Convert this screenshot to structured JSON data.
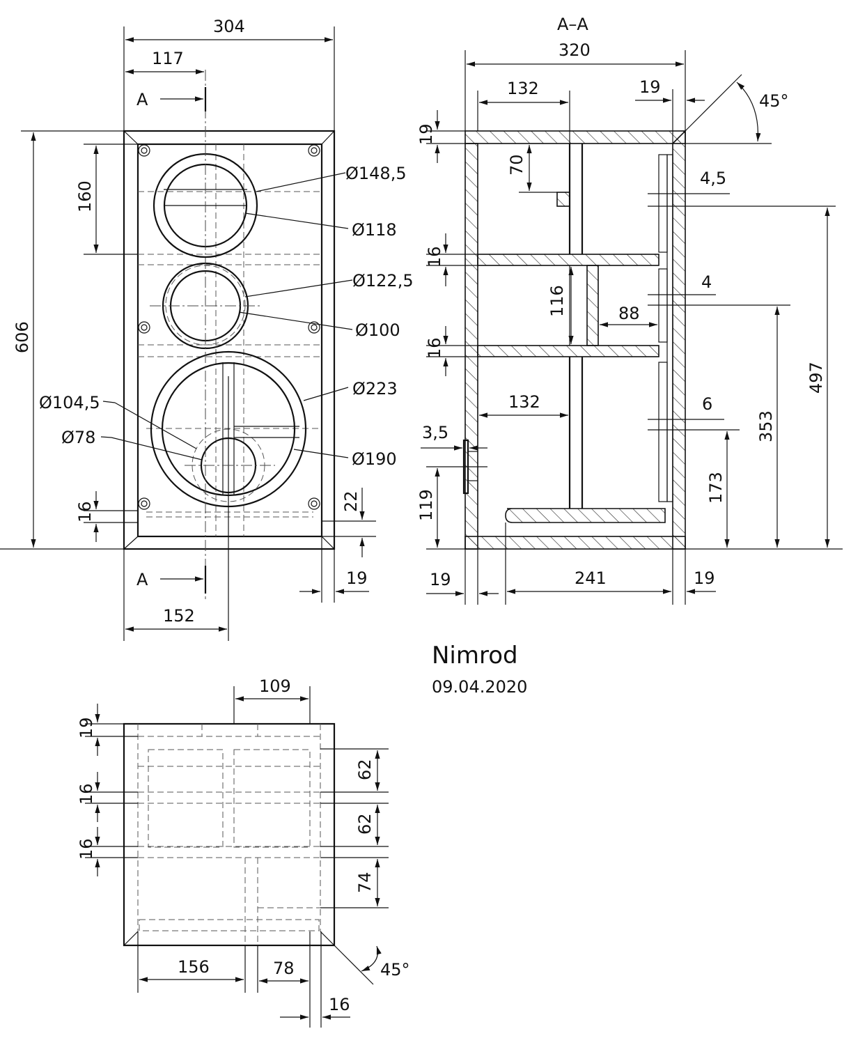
{
  "title": "Nimrod",
  "date": "09.04.2020",
  "front_view": {
    "width": "304",
    "center_offset": "117",
    "section_label": "A",
    "height": "606",
    "top_offset": "160",
    "bottom_gap": "16",
    "baffle_gap": "22",
    "side_panel": "19",
    "bottom_offset": "152",
    "diameters": [
      "Ø148,5",
      "Ø118",
      "Ø122,5",
      "Ø100",
      "Ø223",
      "Ø104,5",
      "Ø78",
      "Ø190"
    ]
  },
  "section_view": {
    "label": "A–A",
    "depth": "320",
    "chamber_depth": "132",
    "panel_front": "19",
    "angle": "45°",
    "top_panel": "19",
    "port_offset": "70",
    "baffle_recess_1": "4,5",
    "shelf_1": "16",
    "chamber_height": "116",
    "chamber_width": "88",
    "baffle_recess_2": "4",
    "shelf_2": "16",
    "lower_depth": "132",
    "baffle_recess_3": "6",
    "terminal_thickness": "3,5",
    "terminal_height": "119",
    "level_497": "497",
    "level_353": "353",
    "level_173": "173",
    "bottom_left": "19",
    "bottom_mid": "241",
    "bottom_right": "19"
  },
  "top_view": {
    "top_width": "109",
    "panel_top": "19",
    "shelf_a": "16",
    "shelf_b": "16",
    "gap_a": "62",
    "gap_b": "62",
    "gap_c": "74",
    "bottom_left": "156",
    "bottom_mid": "78",
    "bottom_right": "16",
    "angle": "45°"
  }
}
